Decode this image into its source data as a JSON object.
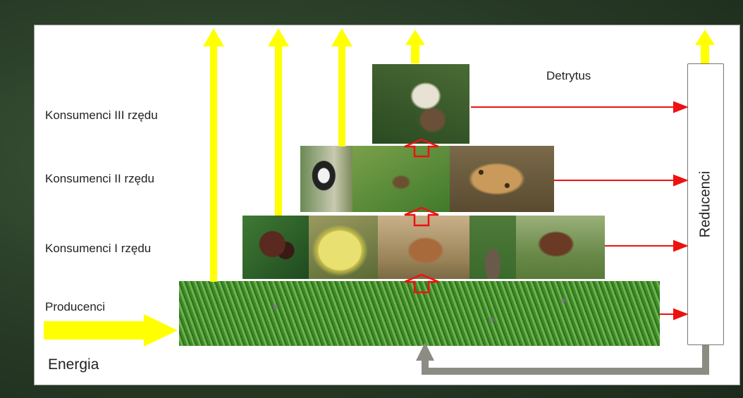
{
  "diagram": {
    "labels": {
      "consumers3": "Konsumenci III rzędu",
      "consumers2": "Konsumenci II rzędu",
      "consumers1": "Konsumenci I rzędu",
      "producers": "Producenci",
      "energy": "Energia",
      "detritus": "Detrytus",
      "decomposers": "Reducenci"
    },
    "colors": {
      "energy_arrow": "#ffff00",
      "detritus_arrow": "#ff0000",
      "return_arrow": "#8c8c84",
      "trophic_arrow": "#ee1111"
    },
    "photos": {
      "tier3": [
        "kookaburra-bird"
      ],
      "tier2": [
        "woodpecker",
        "insect-on-branch",
        "leopard"
      ],
      "tier1": [
        "beetle",
        "caterpillar",
        "fawn",
        "rabbit",
        "antelope"
      ],
      "producers": [
        "grass-meadow"
      ]
    }
  }
}
